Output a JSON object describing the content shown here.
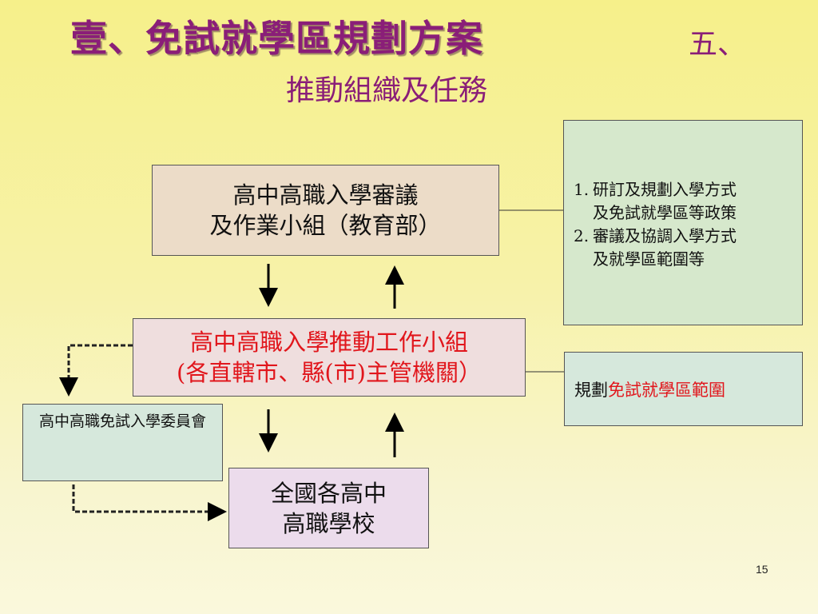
{
  "slide": {
    "title": "壹、免試就學區規劃方案",
    "section_number": "五、",
    "section_title": "推動組織及任務",
    "page_number": "15"
  },
  "boxes": {
    "top": {
      "line1": "高中高職入學審議",
      "line2": "及作業小組（教育部）"
    },
    "middle": {
      "line1": "高中高職入學推動工作小組",
      "line2": "(各直轄市、縣(市)主管機關）"
    },
    "left": {
      "text": "高中高職免試入學委員會"
    },
    "bottom": {
      "line1": "全國各高中",
      "line2": "高職學校"
    },
    "tasks": [
      {
        "num": "1.",
        "line1": "研訂及規劃入學方式",
        "line2": "及免試就學區等政策"
      },
      {
        "num": "2.",
        "line1": "審議及協調入學方式",
        "line2": "及就學區範圍等"
      }
    ],
    "plan": {
      "prefix": "規劃",
      "highlight": "免試就學區範圍"
    }
  },
  "colors": {
    "title": "#8a1e78",
    "highlight_red": "#e1161c",
    "box_top": "#ecdcc8",
    "box_middle": "#efdede",
    "box_green": "#d6e8dc",
    "box_bottom": "#ecdcec"
  }
}
